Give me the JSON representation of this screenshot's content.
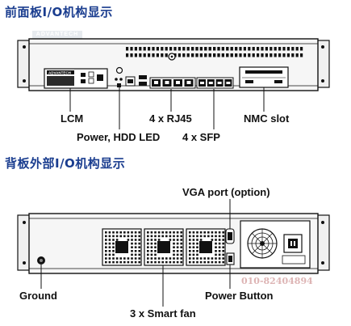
{
  "front": {
    "title": "前面板I/O机构显示",
    "panel_brand": "ADVANTECH",
    "labels": {
      "lcm": "LCM",
      "power_hdd": "Power, HDD LED",
      "rj45": "4 x RJ45",
      "sfp": "4 x SFP",
      "nmc": "NMC slot"
    }
  },
  "rear": {
    "title": "背板外部I/O机构显示",
    "labels": {
      "vga": "VGA port (option)",
      "ground": "Ground",
      "power_button": "Power Button",
      "fan": "3 x Smart fan"
    }
  },
  "watermarks": {
    "top": "ADVANTECH",
    "phone": "010-82404894"
  },
  "colors": {
    "heading": "#1a3d8f",
    "chassis_outline": "#111111",
    "chassis_fill": "#f4f4f4"
  }
}
